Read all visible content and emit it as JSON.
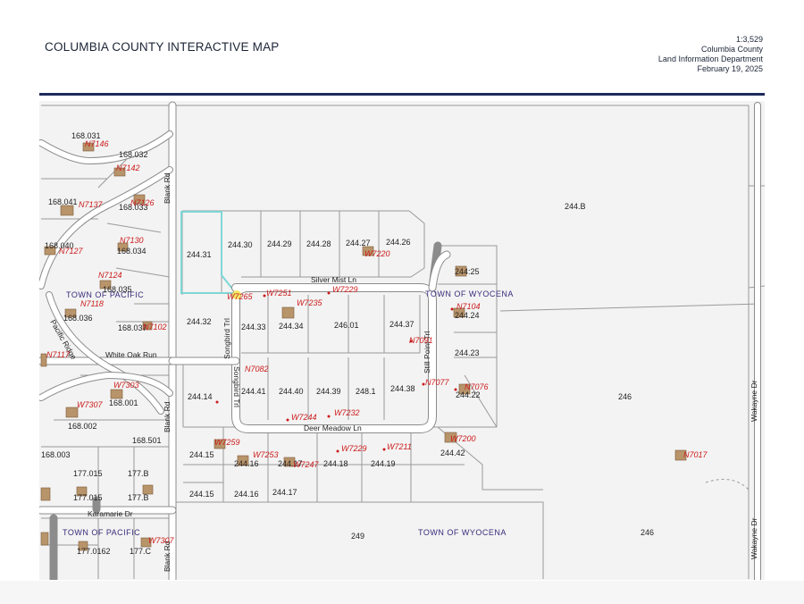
{
  "header": {
    "title": "COLUMBIA COUNTY INTERACTIVE MAP",
    "scale": "1:3,529",
    "agency": "Columbia County",
    "department": "Land Information Department",
    "date": "February 19, 2025"
  },
  "colors": {
    "rule": "#1f2a5c",
    "parcel_line": "#9a9a9a",
    "road": "#ffffff",
    "address": "#cc1b1b",
    "town": "#3a2a7a",
    "selected_parcel": "#7fd6d6",
    "building": "#b8946a"
  },
  "map": {
    "roads": {
      "blank_rd": "Blank Rd",
      "silver_mist": "Silver Mist Ln",
      "white_oak": "White Oak Run",
      "songbird": "Songbird Trl",
      "deer_meadow": "Deer Meadow Ln",
      "still_point": "Still Point Trl",
      "karamarie": "Karamarie Dr",
      "pacific_ridge": "Pacific Ridge",
      "wakayne_1": "Wakayne Dr",
      "wakayne_2": "Wakayne Dr",
      "blank_rd_lower": "Blank Rd"
    },
    "towns": {
      "pacific_1": "TOWN OF PACIFIC",
      "wyocena_1": "TOWN OF WYOCENA",
      "wyocena_2": "TOWN OF WYOCENA",
      "pacific_2": "TOWN OF PACIFIC"
    },
    "parcels": {
      "p168031": "168.031",
      "p168032": "168.032",
      "p168041": "168.041",
      "p168033": "168.033",
      "p168040": "168.040",
      "p168034": "168.034",
      "p168035": "168.035",
      "p168036": "168.036",
      "p168037": "168.037",
      "p168001": "168.001",
      "p168002": "168.002",
      "p168501": "168.501",
      "p168003": "168.003",
      "p177015a": "177.015",
      "p177B": "177.B",
      "p177015b": "177.015",
      "p177Bb": "177.B",
      "p1770162": "177.0162",
      "p177C": "177.C",
      "p24431": "244.31",
      "p24430": "244.30",
      "p24429": "244.29",
      "p24428": "244.28",
      "p24427": "244.27",
      "p24426": "244.26",
      "p24425": "244:25",
      "p244B": "244.B",
      "p24432": "244.32",
      "p24433": "244.33",
      "p24434": "244.34",
      "p24601": "246.01",
      "p24437": "244.37",
      "p24424": "244.24",
      "p24423": "244.23",
      "p24414": "244.14",
      "p24441": "244.41",
      "p24440": "244.40",
      "p24439": "244.39",
      "p2481": "248.1",
      "p24438": "244.38",
      "p24422": "244.22",
      "p246a": "246",
      "p24415": "244.15",
      "p24416": "244.16",
      "p24417": "244.17",
      "p24418": "244.18",
      "p24419": "244.19",
      "p24442": "244.42",
      "p24415b": "244.15",
      "p24416b": "244.16",
      "p24417b": "244.17",
      "p249": "249",
      "p246b": "246"
    },
    "addresses": {
      "n7146": "N7146",
      "n7142": "N7142",
      "n7137": "N7137",
      "n7126": "N7126",
      "n7130": "N7130",
      "n7127": "N7127",
      "n7124": "N7124",
      "n7118": "N7118",
      "n7102": "N7102",
      "n7117": "N7117",
      "w7303": "W7303",
      "w7307a": "W7307",
      "w7220": "W7220",
      "w7265": "W7265",
      "w7251": "W7251",
      "w7229a": "W7229",
      "w7235": "W7235",
      "n7104": "N7104",
      "n7091": "N7091",
      "n7082": "N7082",
      "n7077": "N7077",
      "n7076": "N7076",
      "w7244": "W7244",
      "w7232": "W7232",
      "w7259": "W7259",
      "w7253": "W7253",
      "w7247": "W7247",
      "w7229b": "W7229",
      "w7211": "W7211",
      "w7200": "W7200",
      "n7017": "N7017",
      "w7307b": "W7307"
    }
  }
}
